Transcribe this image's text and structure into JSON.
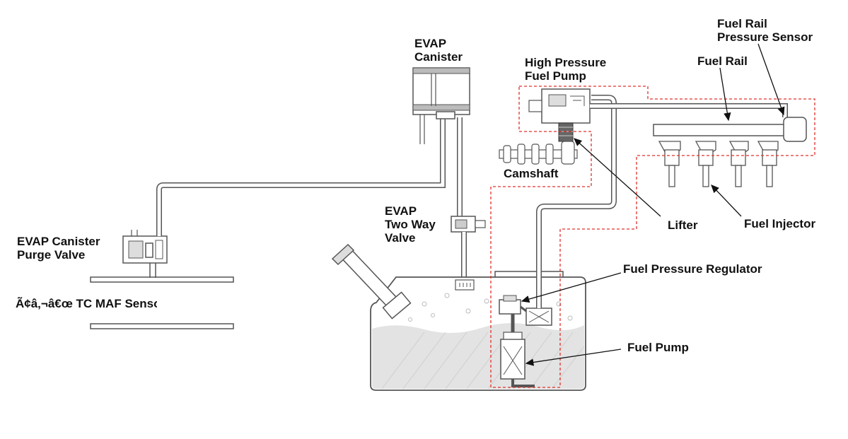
{
  "labels": {
    "evap_canister": [
      "EVAP",
      "Canister"
    ],
    "high_pressure_fuel_pump": [
      "High Pressure",
      "Fuel Pump"
    ],
    "fuel_rail_pressure_sensor": [
      "Fuel Rail",
      "Pressure Sensor"
    ],
    "fuel_rail": "Fuel Rail",
    "camshaft": "Camshaft",
    "evap_two_way_valve": [
      "EVAP",
      "Two Way",
      "Valve"
    ],
    "lifter": "Lifter",
    "fuel_injector": "Fuel Injector",
    "evap_canister_purge_valve": [
      "EVAP Canister",
      "Purge Valve"
    ],
    "maf_sensor": "Ã¢â‚¬â€œ TC MAF Sensor",
    "fuel_pressure_regulator": "Fuel Pressure Regulator",
    "fuel_pump": "Fuel Pump"
  },
  "colors": {
    "line": "#555555",
    "pipe_fill": "#ffffff",
    "dashed_boundary": "#e0302a",
    "component_fill": "#e6e6e6",
    "fuel_fill": "#e3e3e3",
    "text": "#111111"
  }
}
